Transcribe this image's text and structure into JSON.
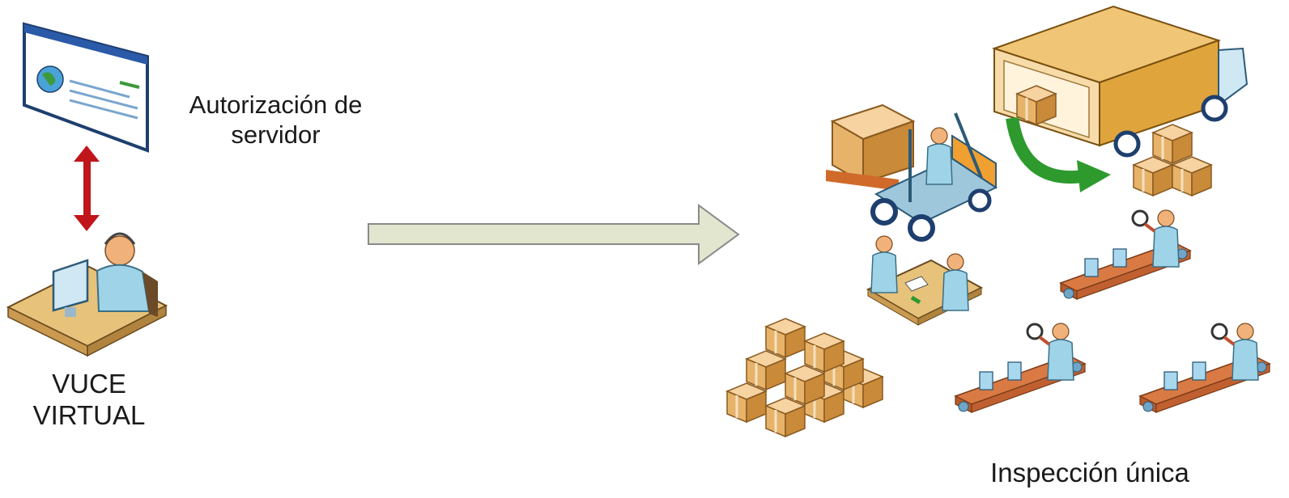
{
  "labels": {
    "server_authorization": "Autorización de servidor",
    "vuce": "VUCE VIRTUAL",
    "single_inspection": "Inspección única"
  },
  "colors": {
    "flow_arrow_fill": "#e2e6cf",
    "flow_arrow_stroke": "#8a8a8a",
    "bidirectional_arrow": "#c0151b",
    "green_arrow": "#2e9a2e",
    "box": "#e7b36a",
    "truck_body": "#dfa53c",
    "person": "#9fd3e8",
    "conveyor": "#d97a44"
  },
  "icons": [
    "browser-window-icon",
    "bidirectional-arrow-icon",
    "operator-at-desk-icon",
    "flow-arrow-icon",
    "delivery-truck-icon",
    "forklift-icon",
    "box-stack-icon",
    "counter-exchange-icon",
    "inspection-conveyor-icon"
  ]
}
